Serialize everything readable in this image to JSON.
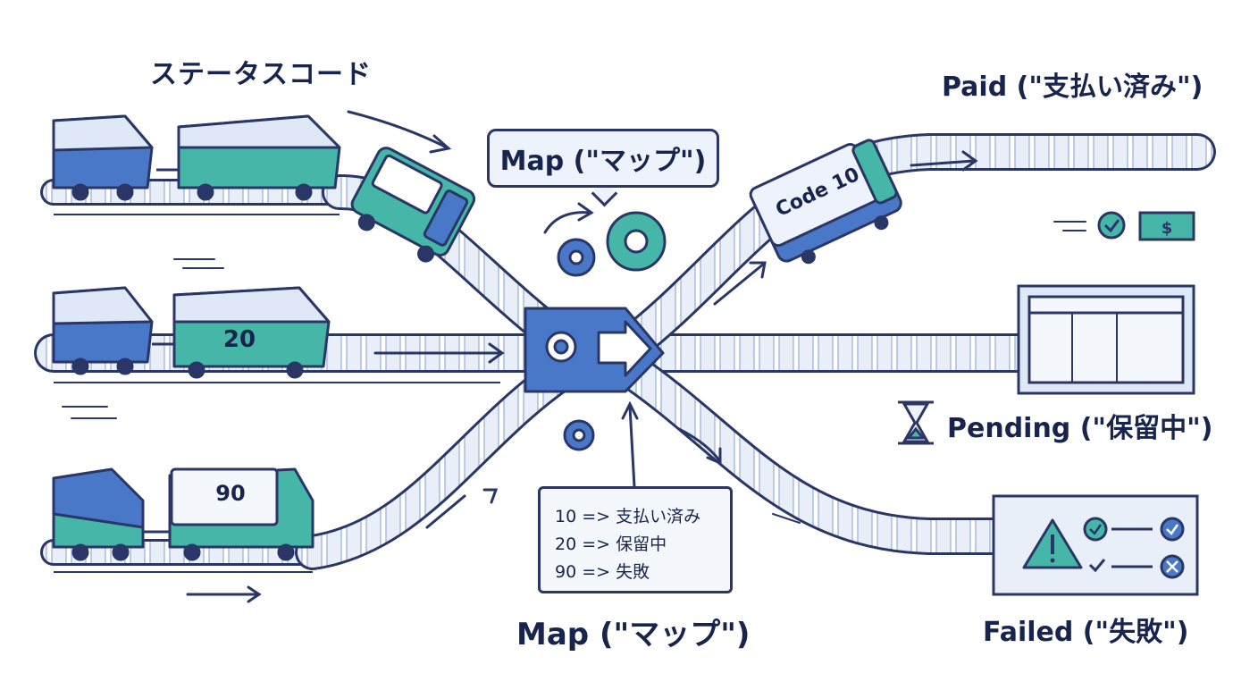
{
  "labels": {
    "source": "ステータスコード",
    "map_bubble": "Map (\"マップ\")",
    "map_bottom": "Map (\"マップ\")",
    "paid": "Paid (\"支払い済み\")",
    "pending": "Pending (\"保留中\")",
    "failed": "Failed (\"失敗\")"
  },
  "cars": {
    "middle_car_code": "20",
    "bottom_car_code": "90",
    "top_right_car_code": "Code 10"
  },
  "mapping_rules": [
    "10 => 支払い済み",
    "20 => 保留中",
    "90 => 失敗"
  ],
  "icons": {
    "paid": [
      "check-circle-icon",
      "dollar-bill-icon"
    ],
    "pending": [
      "hourglass-icon"
    ],
    "failed": [
      "warning-triangle-icon",
      "check-circle-icon",
      "cross-circle-icon"
    ],
    "map": [
      "gear-icon",
      "direction-arrow-icon"
    ]
  },
  "colors": {
    "outline": "#2a3766",
    "navy_text": "#17244e",
    "blue": "#4a78c8",
    "teal": "#45b6a8",
    "track_fill": "#dfe8f7",
    "light_fill": "#eef3fb"
  }
}
